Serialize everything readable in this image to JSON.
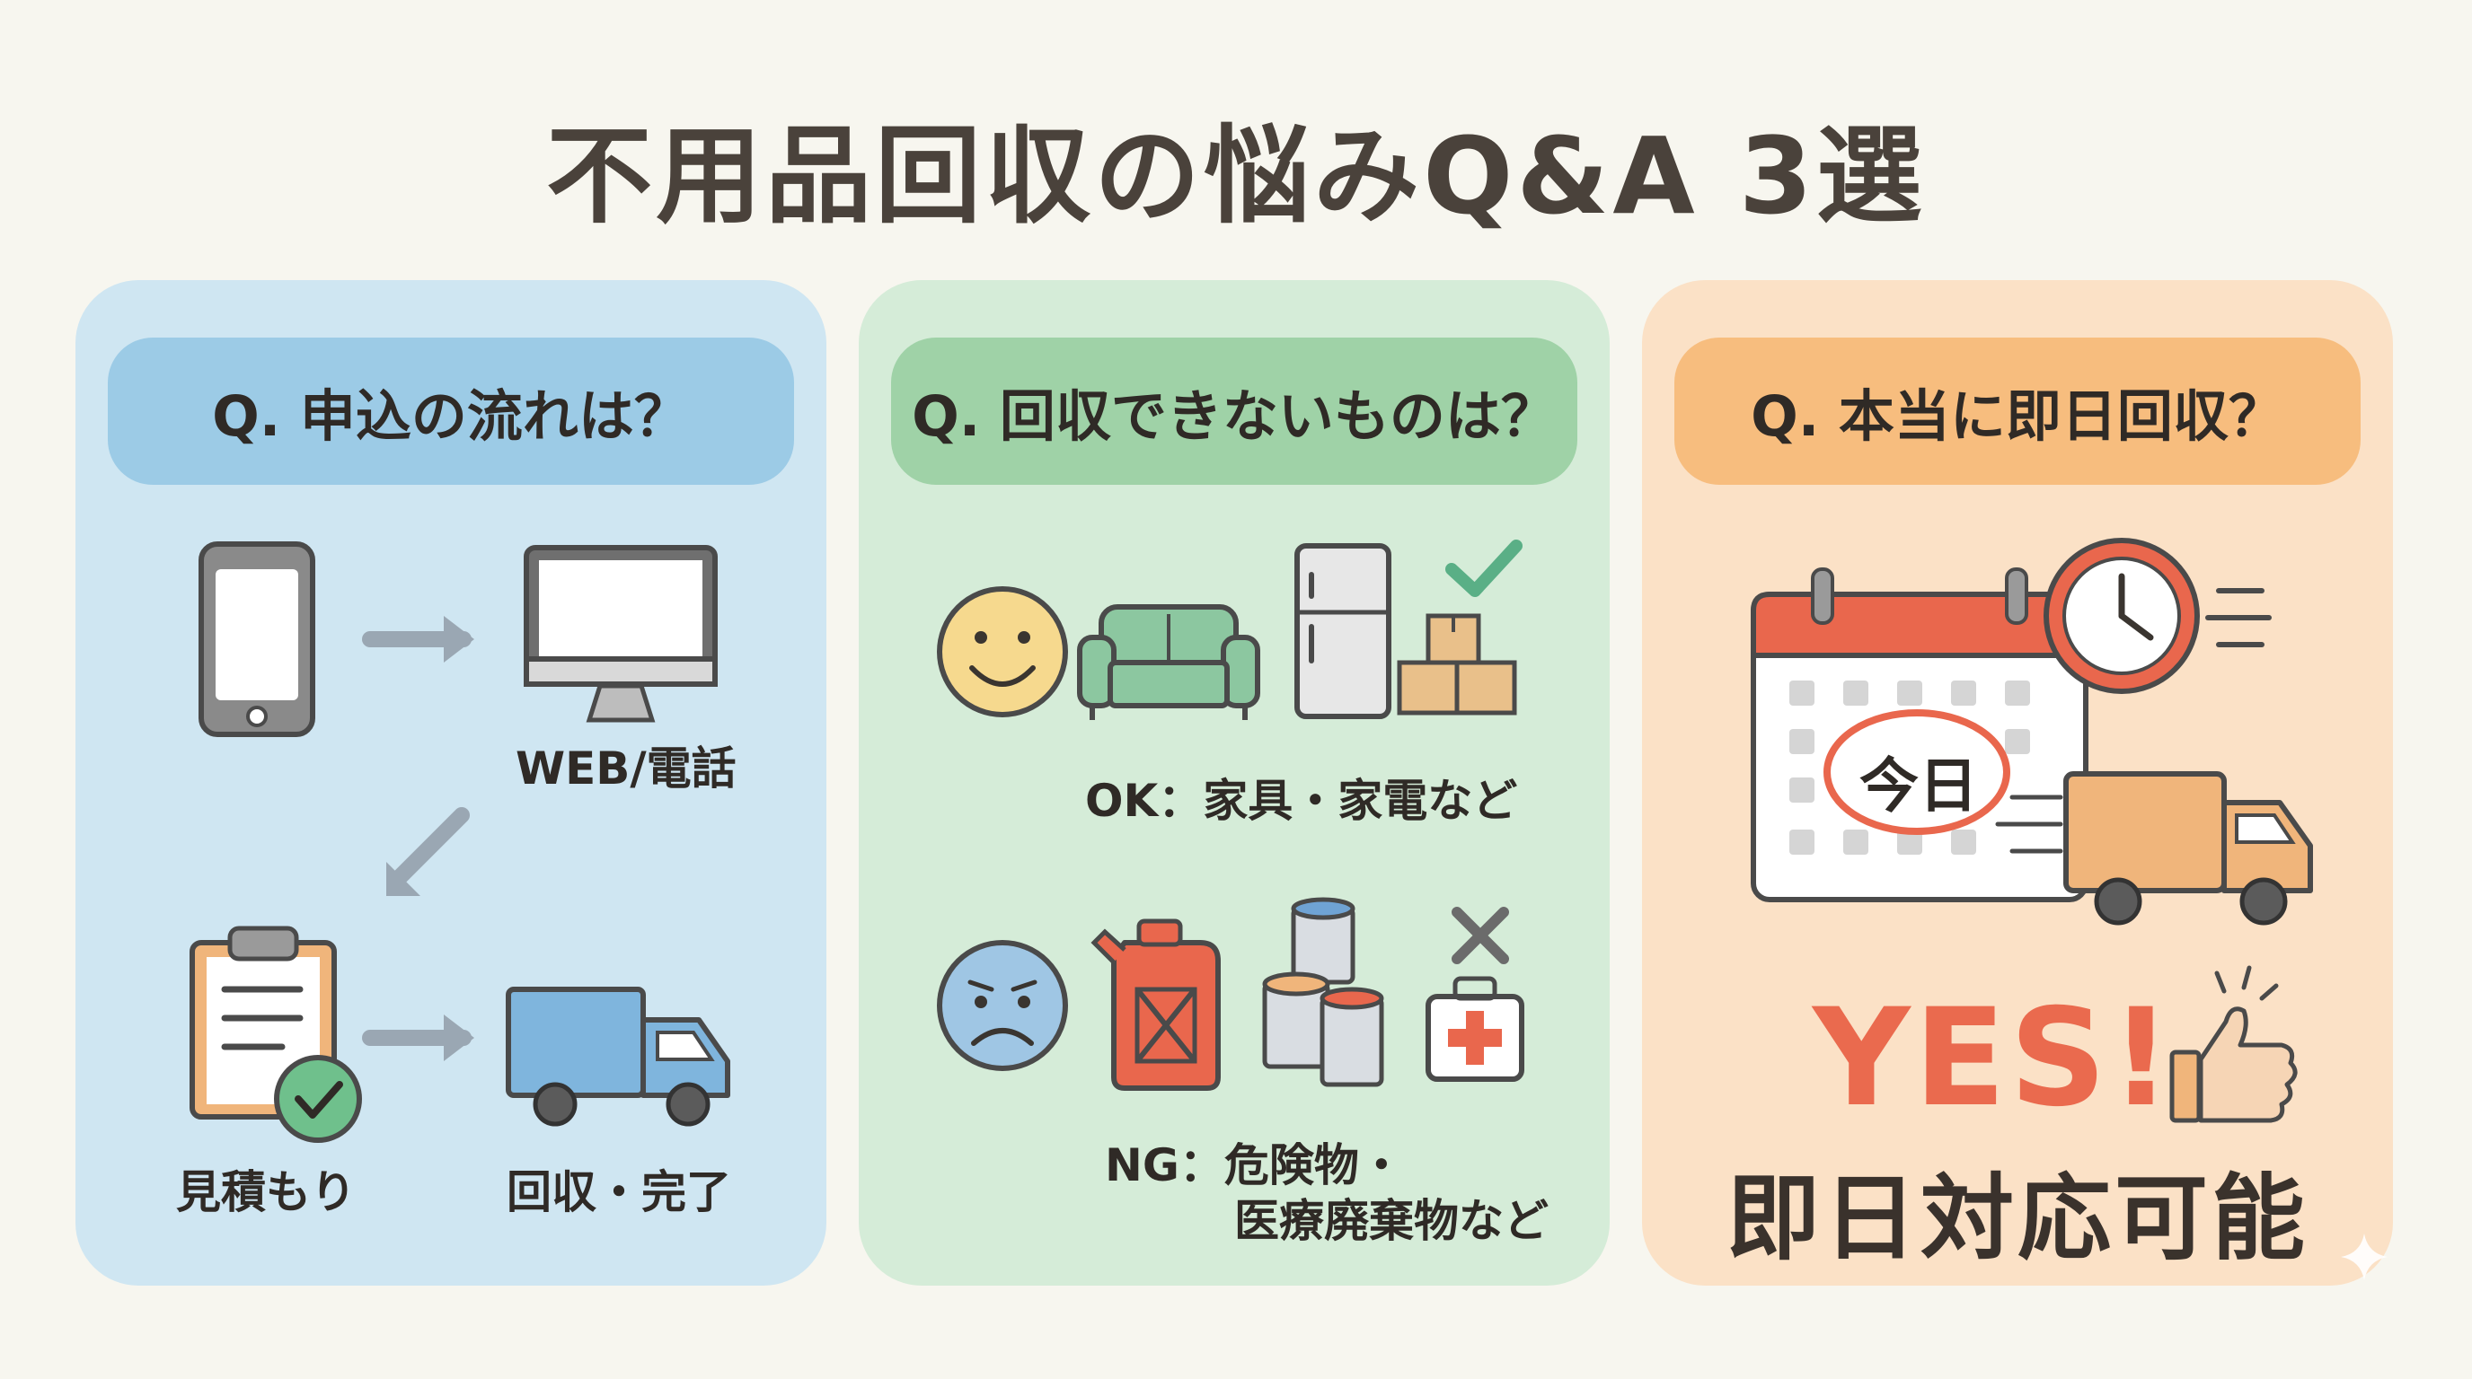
{
  "title": "不用品回収の悩みQ&A 3選",
  "panels": [
    {
      "question": "Q. 申込の流れは？",
      "labels": {
        "web_phone": "WEB/電話",
        "estimate": "見積もり",
        "collect_done": "回収・完了"
      },
      "icons": [
        "smartphone-icon",
        "arrow-right-icon",
        "monitor-icon",
        "arrow-down-left-icon",
        "clipboard-check-icon",
        "arrow-right-icon",
        "truck-icon"
      ]
    },
    {
      "question": "Q. 回収できないものは？",
      "ok_label": "OK：家具・家電など",
      "ng_label_line1": "NG：危険物・",
      "ng_label_line2": "医療廃棄物など",
      "icons": [
        "smile-face-icon",
        "sofa-icon",
        "refrigerator-icon",
        "boxes-icon",
        "check-icon",
        "sad-face-icon",
        "fuel-can-icon",
        "paint-cans-icon",
        "medical-kit-icon",
        "cross-icon"
      ]
    },
    {
      "question": "Q. 本当に即日回収？",
      "calendar_text": "今日",
      "yes": "YES!",
      "answer": "即日対応可能",
      "icons": [
        "calendar-icon",
        "clock-icon",
        "speed-lines-icon",
        "truck-icon",
        "thumbs-up-icon"
      ]
    }
  ],
  "colors": {
    "panel1": "#cfe6f2",
    "panel1_bar": "#9ccbe6",
    "panel2": "#d5ecd8",
    "panel2_bar": "#9fd2a7",
    "panel3": "#fbe1c6",
    "panel3_bar": "#f7bd7e",
    "accent_red": "#ea6a4e",
    "check_green": "#5aaf86"
  }
}
